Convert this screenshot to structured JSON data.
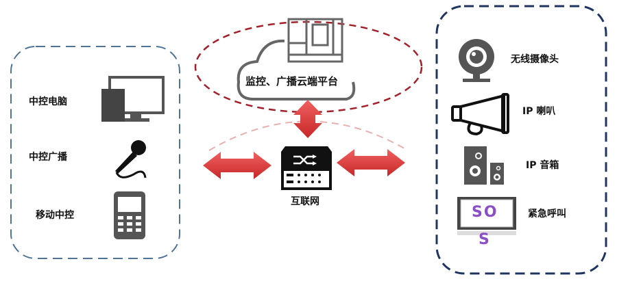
{
  "cloud": {
    "label": "监控、广播云端平台"
  },
  "hub": {
    "label": "互联网"
  },
  "left_group": {
    "items": [
      {
        "label": "中控电脑",
        "icon": "computer-icon"
      },
      {
        "label": "中控广播",
        "icon": "microphone-icon"
      },
      {
        "label": "移动中控",
        "icon": "mobile-phone-icon"
      }
    ]
  },
  "right_group": {
    "items": [
      {
        "label": "无线摄像头",
        "icon": "webcam-icon"
      },
      {
        "label": "IP 喇叭",
        "icon": "megaphone-icon"
      },
      {
        "label": "IP 音箱",
        "icon": "speaker-icon"
      },
      {
        "label": "紧急呼叫",
        "icon": "sos-screen-icon"
      }
    ],
    "sos_text_line1": "SO",
    "sos_text_line2": "S"
  },
  "colors": {
    "left_border": "#4f7397",
    "right_border": "#1f3560",
    "ellipse": "#a3202a",
    "arrow": "#e03a3a",
    "icon": "#555555"
  }
}
